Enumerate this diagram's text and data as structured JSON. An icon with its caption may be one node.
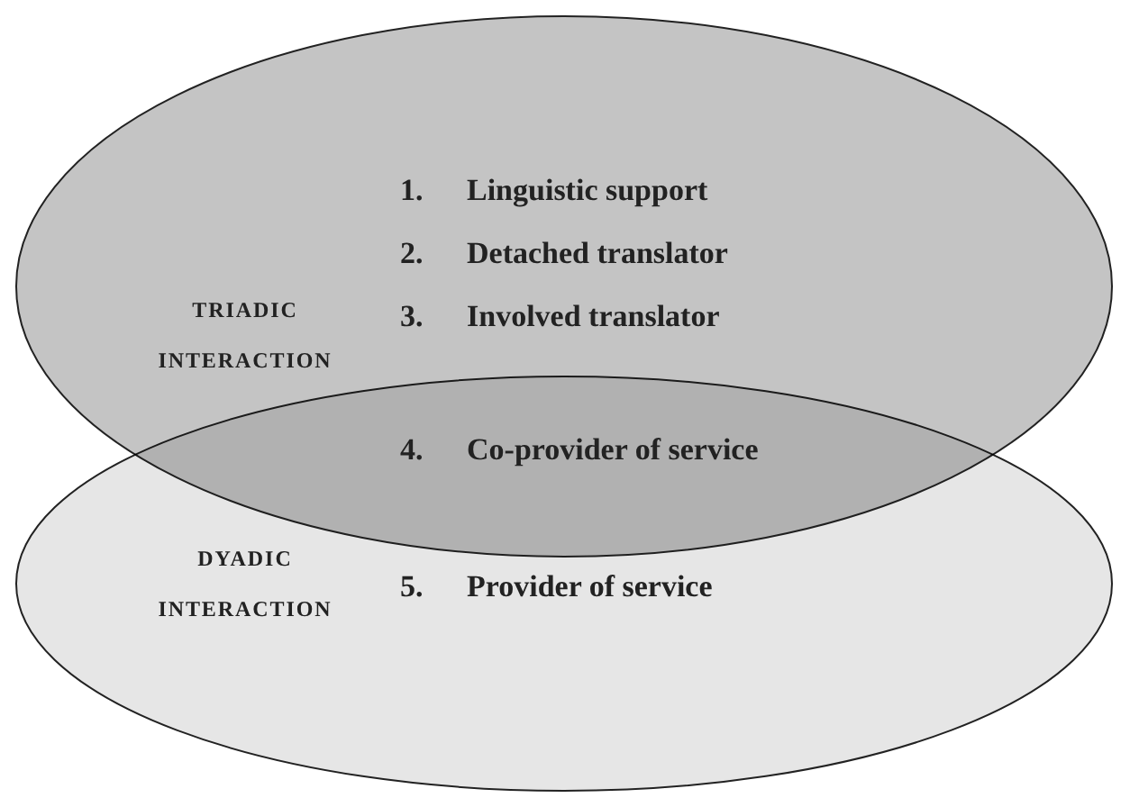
{
  "diagram": {
    "nodes": [
      {
        "text": [
          "TRIADIC INTERACTION",
          "1. Linguistic support",
          "2. Detached translator",
          "3. Involved translator"
        ]
      },
      {
        "text": [
          "DYADIC INTERACTION",
          "5. Provider of service"
        ]
      }
    ],
    "labels": [
      "4. Co-provider of service"
    ]
  }
}
